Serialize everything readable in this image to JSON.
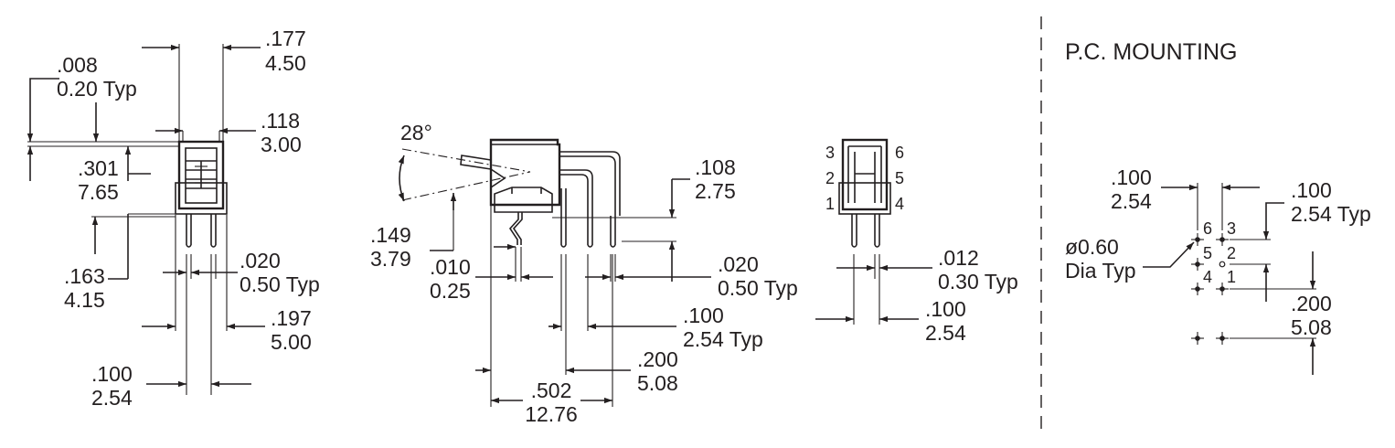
{
  "front_view": {
    "d1": [
      ".177",
      "4.50"
    ],
    "d2": [
      ".008",
      "0.20 Typ"
    ],
    "d3": [
      ".118",
      "3.00"
    ],
    "d4": [
      ".301",
      "7.65"
    ],
    "d5": [
      ".163",
      "4.15"
    ],
    "d6": [
      ".020",
      "0.50 Typ"
    ],
    "d7": [
      ".197",
      "5.00"
    ],
    "d8": [
      ".100",
      "2.54"
    ]
  },
  "side_view": {
    "angle": "28°",
    "d1": [
      ".108",
      "2.75"
    ],
    "d2": [
      ".149",
      "3.79"
    ],
    "d3": [
      ".010",
      "0.25"
    ],
    "d4": [
      ".020",
      "0.50 Typ"
    ],
    "d5": [
      ".100",
      "2.54 Typ"
    ],
    "d6": [
      ".200",
      "5.08"
    ],
    "d7": [
      ".502",
      "12.76"
    ]
  },
  "end_view": {
    "pins_left": [
      "3",
      "2",
      "1"
    ],
    "pins_right": [
      "6",
      "5",
      "4"
    ],
    "d1": [
      ".012",
      "0.30 Typ"
    ],
    "d2": [
      ".100",
      "2.54"
    ]
  },
  "pc_mounting": {
    "title": "P.C. MOUNTING",
    "d1": [
      ".100",
      "2.54"
    ],
    "d2": [
      ".100",
      "2.54 Typ"
    ],
    "hole": [
      "ø0.60",
      "Dia Typ"
    ],
    "d3": [
      ".200",
      "5.08"
    ],
    "pins": [
      "6",
      "3",
      "5",
      "2",
      "4",
      "1"
    ]
  }
}
